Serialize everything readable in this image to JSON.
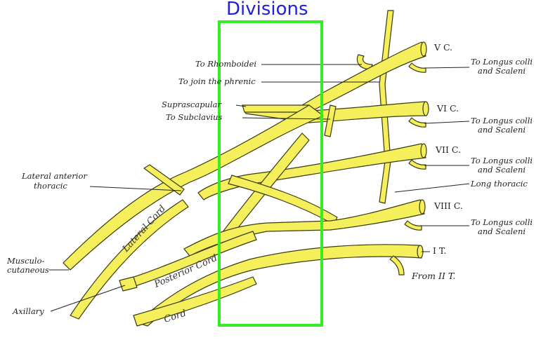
{
  "title": "Divisions",
  "colors": {
    "title": "#1f1fe0",
    "highlight": "#33ee22",
    "nerve": "#f4ef5a",
    "nerve_stroke": "#3a3a10",
    "leader": "#222222"
  },
  "roots": {
    "c5": "V C.",
    "c6": "VI C.",
    "c7": "VII C.",
    "c8": "VIII C.",
    "t1": "I T.",
    "t2": "From II T."
  },
  "labels": {
    "rhomboidei": "To Rhomboidei",
    "phrenic": "To join the phrenic",
    "suprascapular": "Suprascapular",
    "subclavius": "To Subclavius",
    "lateral_anterior_thoracic_1": "Lateral anterior",
    "lateral_anterior_thoracic_2": "thoracic",
    "musculo_1": "Musculo-",
    "musculo_2": "cutaneous",
    "axillary": "Axillary",
    "longus_1a": "To Longus colli",
    "longus_1b": "and Scaleni",
    "longus_2a": "To Longus colli",
    "longus_2b": "and Scaleni",
    "longus_3a": "To Longus colli",
    "longus_3b": "and Scaleni",
    "longus_4a": "To Longus colli",
    "longus_4b": "and Scaleni",
    "long_thoracic": "Long thoracic"
  },
  "cords": {
    "lateral": "Lateral Cord",
    "posterior": "Posterior Cord",
    "medial": "Cord"
  }
}
